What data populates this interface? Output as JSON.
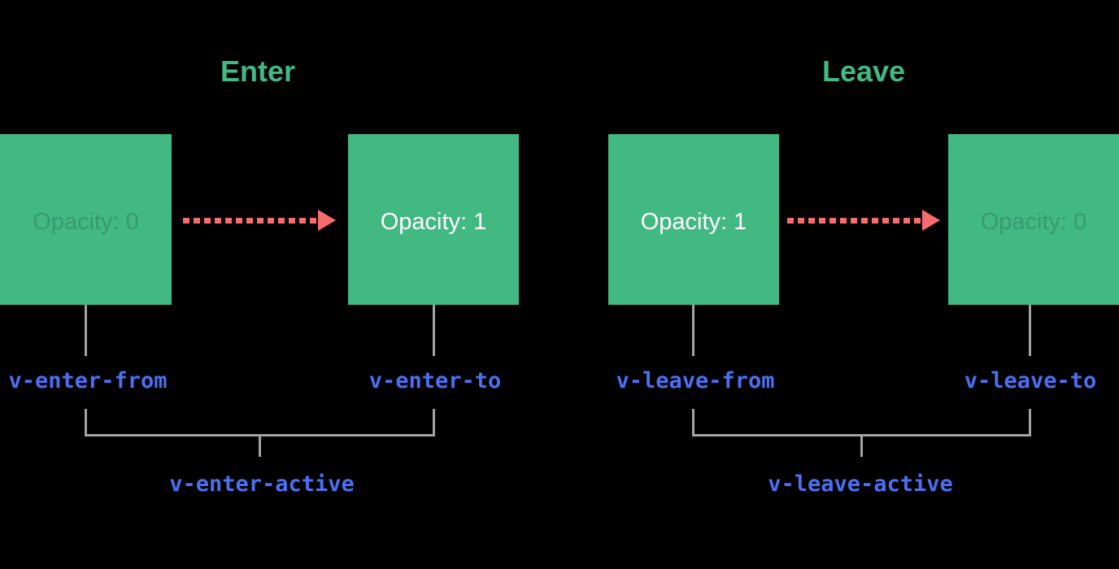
{
  "diagram": {
    "description": "Vue transition enter/leave class lifecycle diagram",
    "colors": {
      "background": "#000000",
      "box_green": "#42b883",
      "title_green": "#42b883",
      "arrow_red": "#f76c6c",
      "label_blue": "#4a6ff2",
      "line_gray": "#a3a3a3",
      "box_text_white": "#ffffff"
    },
    "groups": [
      {
        "title": "Enter",
        "from_box": {
          "label": "Opacity: 0",
          "faded": true
        },
        "to_box": {
          "label": "Opacity: 1",
          "faded": false
        },
        "from_class": "v-enter-from",
        "to_class": "v-enter-to",
        "active_class": "v-enter-active"
      },
      {
        "title": "Leave",
        "from_box": {
          "label": "Opacity: 1",
          "faded": false
        },
        "to_box": {
          "label": "Opacity: 0",
          "faded": true
        },
        "from_class": "v-leave-from",
        "to_class": "v-leave-to",
        "active_class": "v-leave-active"
      }
    ]
  }
}
